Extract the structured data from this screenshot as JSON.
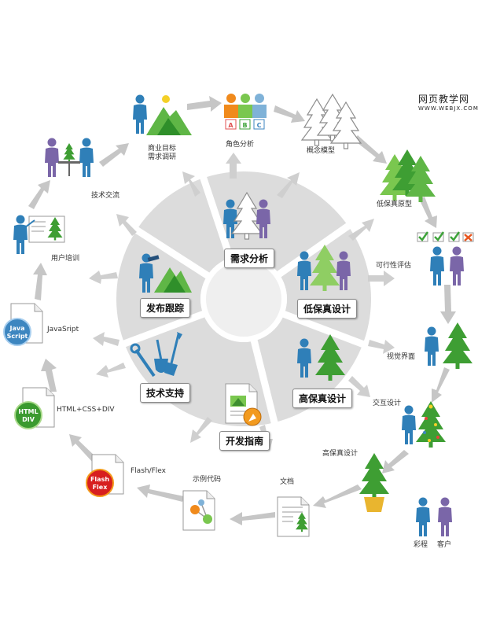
{
  "watermark": {
    "title": "网页教学网",
    "url": "WWW.WEBJX.COM"
  },
  "center": {
    "needs": "需求分析",
    "lofi": "低保真设计",
    "hifi": "高保真设计",
    "guide": "开发指南",
    "support": "技术支持",
    "release": "发布跟踪"
  },
  "outer": {
    "biz": "商业目标\n需求调研",
    "roles": "角色分析",
    "concept": "概念模型",
    "lofi_proto": "低保真原型",
    "feasibility": "可行性评估",
    "visual": "视觉界面",
    "interaction": "交互设计",
    "hifi_design": "高保真设计",
    "doc": "文档",
    "sample": "示例代码",
    "flash": "Flash/Flex",
    "html": "HTML+CSS+DIV",
    "js": "JavaSript",
    "training": "用户培训",
    "exchange": "技术交流"
  },
  "legend": {
    "color_prog": "彩程",
    "client": "客户"
  },
  "icons": {
    "js_badge": "Java\nScript",
    "html_badge": "HTML\nDIV",
    "flash_badge": "Flash\nFlex",
    "role_letters": [
      "A",
      "B",
      "C"
    ]
  },
  "colors": {
    "blue": "#2f7fb8",
    "purple": "#7a66a8",
    "green": "#3fa635",
    "arrow": "#c8c8c8",
    "ring": "#d8d8d8"
  }
}
